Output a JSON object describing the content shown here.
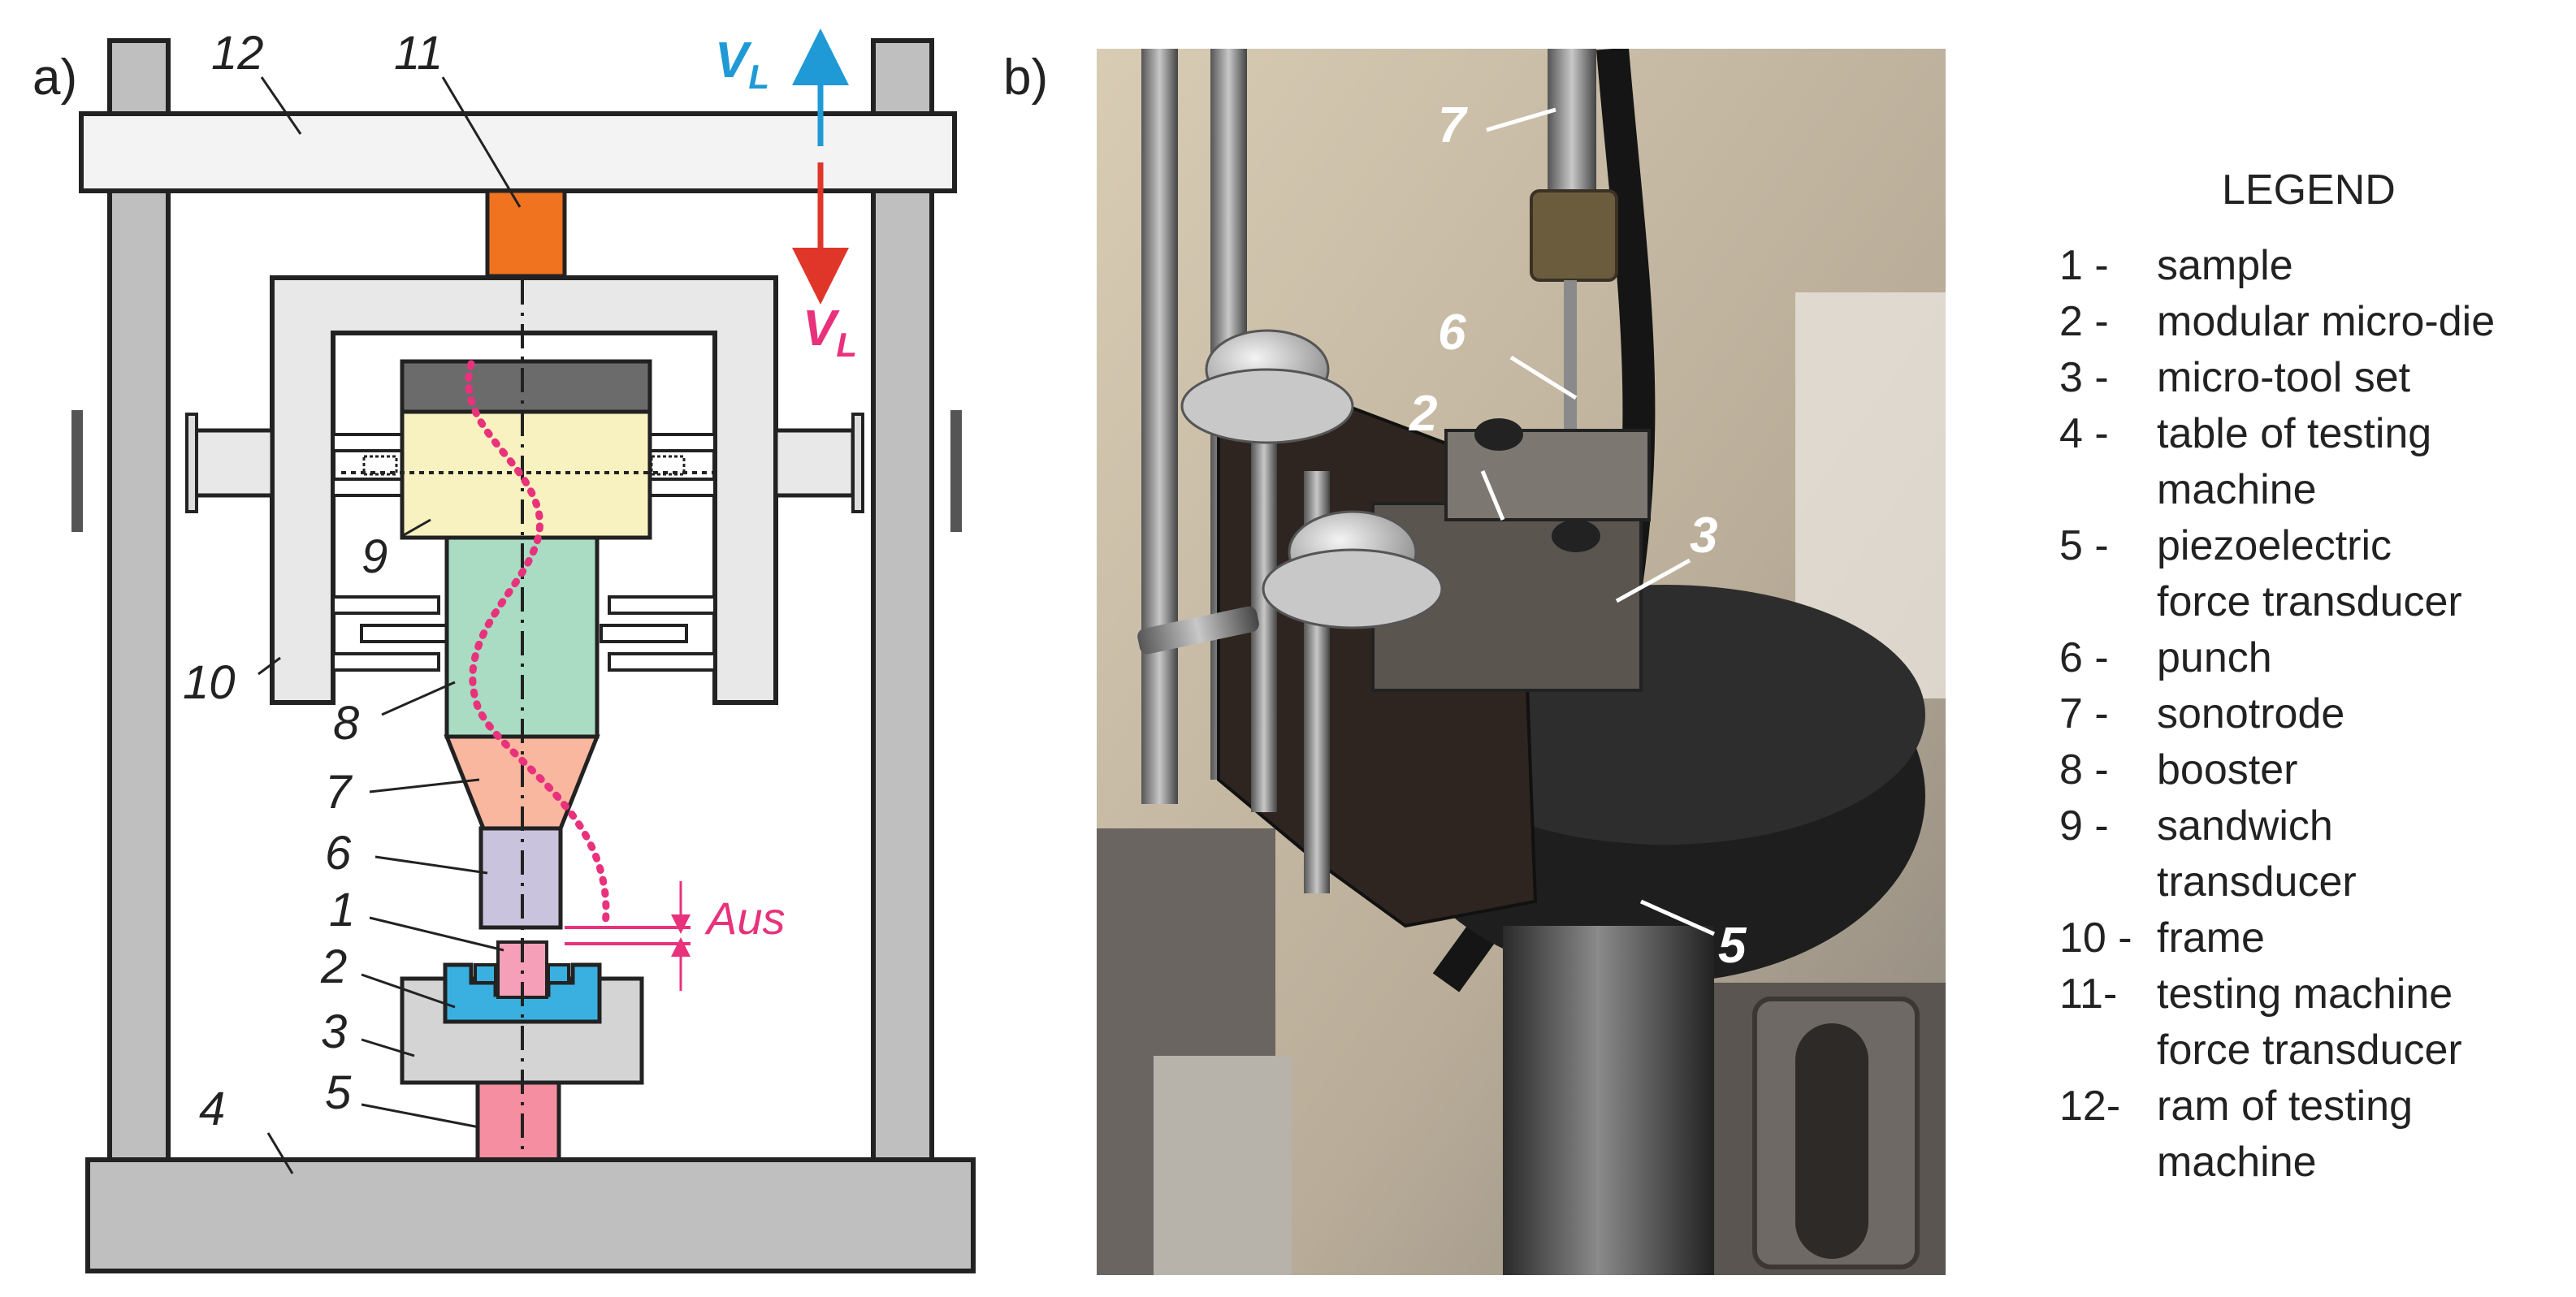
{
  "panels": {
    "a": "a)",
    "b": "b)"
  },
  "diagram": {
    "part_labels": [
      "12",
      "11",
      "10",
      "9",
      "8",
      "7",
      "6",
      "1",
      "2",
      "3",
      "4",
      "5"
    ],
    "velocity_up": {
      "symbol": "V",
      "subscript": "L"
    },
    "velocity_down": {
      "symbol": "V",
      "subscript": "L"
    },
    "amplitude": "Aus",
    "colors": {
      "frame_gray": "#bfbfbf",
      "ram": "#f3f3f3",
      "force_transducer_top": "#f07320",
      "sandwich_transducer": "#f8f1c0",
      "sandwich_top": "#6b6b6b",
      "booster": "#a9dcc3",
      "sonotrode": "#f9b7a0",
      "punch": "#c9c3dd",
      "sample": "#f5a0b8",
      "micro_die": "#3ab0e0",
      "piezo": "#f58ea0",
      "wave": "#e8327c",
      "arrow_up": "#1f9ad6",
      "arrow_down": "#e0362a"
    }
  },
  "photo": {
    "labels": [
      "7",
      "6",
      "2",
      "3",
      "5"
    ]
  },
  "legend": {
    "title": "LEGEND",
    "items": [
      {
        "num": "1 -",
        "text": "sample"
      },
      {
        "num": "2 -",
        "text": "modular micro-die"
      },
      {
        "num": "3 -",
        "text": "micro-tool set"
      },
      {
        "num": "4 -",
        "text": "table of testing\nmachine"
      },
      {
        "num": "5 -",
        "text": "piezoelectric\nforce transducer"
      },
      {
        "num": "6 -",
        "text": "punch"
      },
      {
        "num": "7 -",
        "text": "sonotrode"
      },
      {
        "num": "8 -",
        "text": "booster"
      },
      {
        "num": "9 -",
        "text": "sandwich\ntransducer"
      },
      {
        "num": "10 -",
        "text": "frame"
      },
      {
        "num": "11-",
        "text": "testing machine\nforce transducer"
      },
      {
        "num": "12-",
        "text": "ram of testing\nmachine"
      }
    ]
  }
}
